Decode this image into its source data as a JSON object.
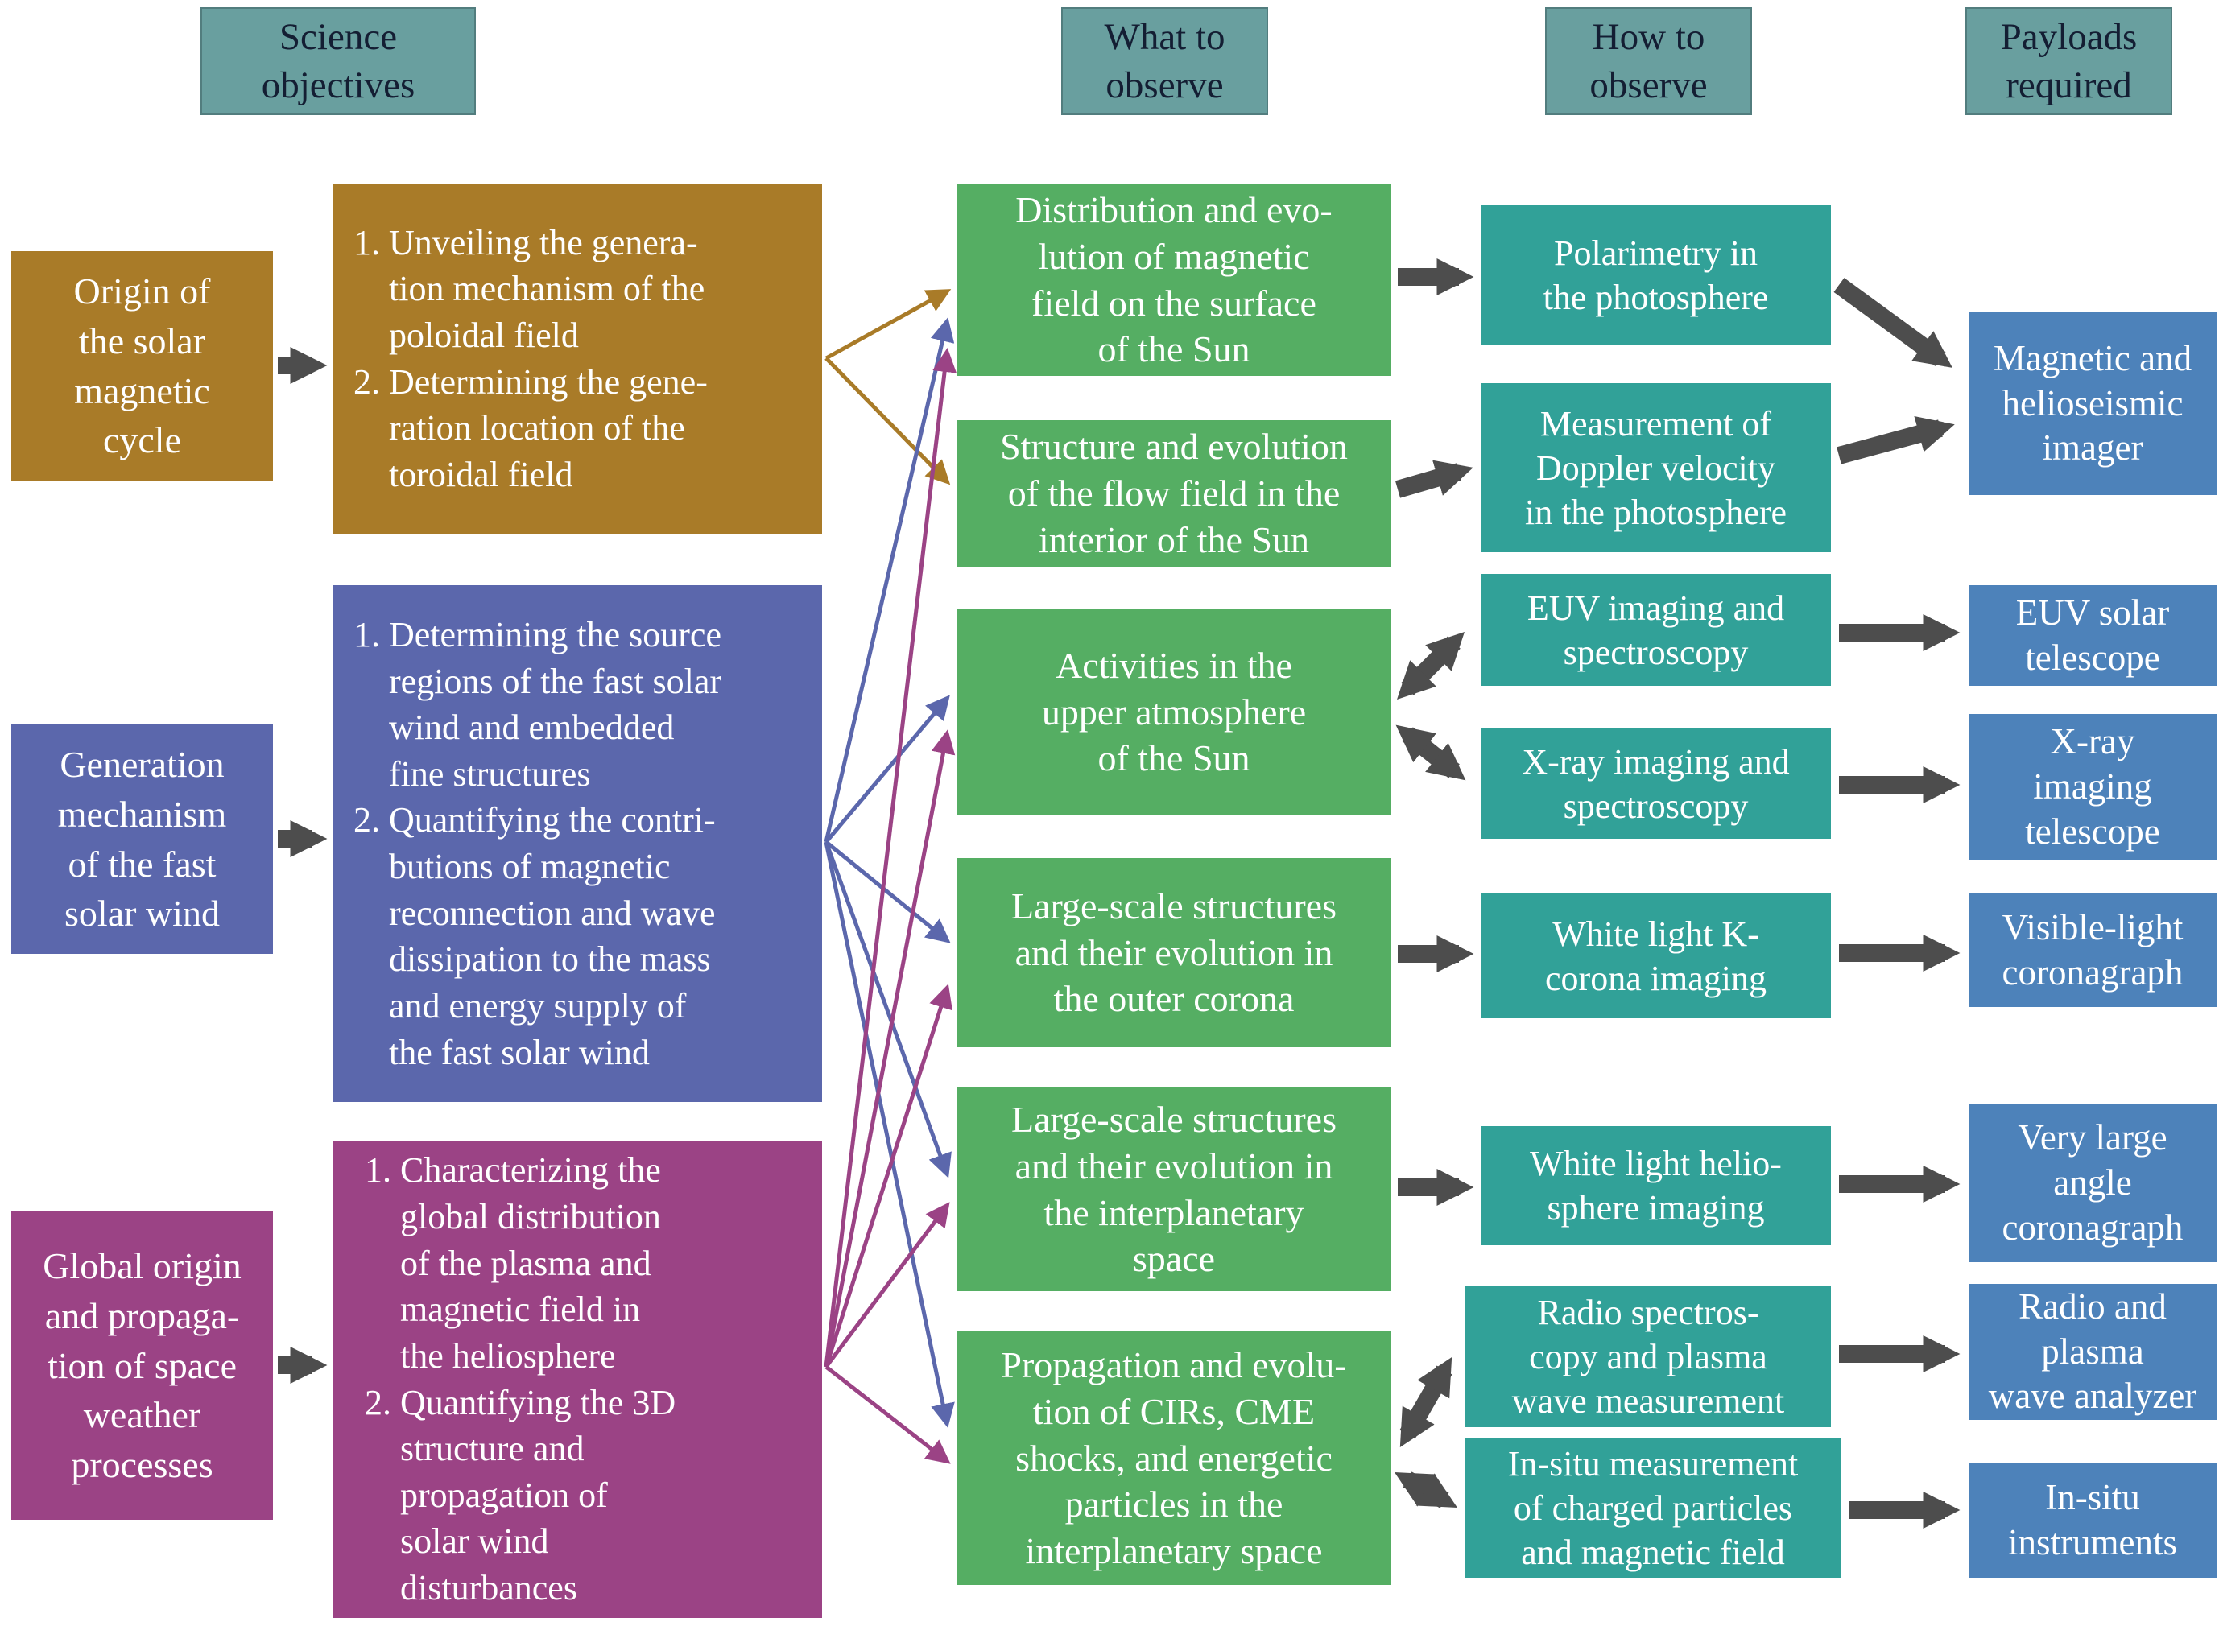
{
  "headers": {
    "science_objectives": "Science\nobjectives",
    "what_to_observe": "What to\nobserve",
    "how_to_observe": "How to\nobserve",
    "payloads_required": "Payloads\nrequired"
  },
  "science_objectives": [
    {
      "topic": "Origin of\nthe solar\nmagnetic\ncycle",
      "objectives": "1. Unveiling the genera-\n    tion mechanism of the\n    poloidal field\n2. Determining the gene-\n    ration location of the\n    toroidal field"
    },
    {
      "topic": "Generation\nmechanism\nof the fast\nsolar wind",
      "objectives": "1. Determining the source\n    regions of the fast solar\n    wind and embedded\n    fine structures\n2. Quantifying the contri-\n    butions of magnetic\n    reconnection and wave\n    dissipation to the mass\n    and energy supply of\n    the fast solar wind"
    },
    {
      "topic": "Global origin\nand propaga-\ntion of space\nweather\nprocesses",
      "objectives": "1. Characterizing the\n    global distribution\n    of the plasma and\n    magnetic field in\n    the heliosphere\n2. Quantifying the 3D\n    structure and\n    propagation of\n    solar wind\n    disturbances"
    }
  ],
  "what_to_observe": [
    {
      "label": "Distribution and evo-\nlution of magnetic\nfield on the surface\nof the Sun"
    },
    {
      "label": "Structure and evolution\nof the flow field in the\ninterior of the Sun"
    },
    {
      "label": "Activities in the\nupper atmosphere\nof the Sun"
    },
    {
      "label": "Large-scale structures\nand their evolution in\nthe outer corona"
    },
    {
      "label": "Large-scale structures\nand their evolution in\nthe interplanetary\nspace"
    },
    {
      "label": "Propagation and evolu-\ntion of CIRs, CME\nshocks, and energetic\nparticles in the\ninterplanetary space"
    }
  ],
  "how_to_observe": [
    {
      "label": "Polarimetry in\nthe photosphere"
    },
    {
      "label": "Measurement of\nDoppler velocity\nin the photosphere"
    },
    {
      "label": "EUV imaging and\nspectroscopy"
    },
    {
      "label": "X-ray imaging and\nspectroscopy"
    },
    {
      "label": "White light K-\ncorona imaging"
    },
    {
      "label": "White light helio-\nsphere imaging"
    },
    {
      "label": "Radio spectros-\ncopy and plasma\nwave measurement"
    },
    {
      "label": "In-situ measurement\nof charged particles\nand magnetic field"
    }
  ],
  "payloads": [
    {
      "label": "Magnetic and\nhelioseismic\nimager"
    },
    {
      "label": "EUV solar\ntelescope"
    },
    {
      "label": "X-ray\nimaging\ntelescope"
    },
    {
      "label": "Visible-light\ncoronagraph"
    },
    {
      "label": "Very large\nangle\ncoronagraph"
    },
    {
      "label": "Radio and\nplasma\nwave analyzer"
    },
    {
      "label": "In-situ\ninstruments"
    }
  ],
  "links": {
    "objective_to_observation": [
      [
        0,
        0
      ],
      [
        0,
        1
      ],
      [
        1,
        0
      ],
      [
        1,
        2
      ],
      [
        1,
        3
      ],
      [
        1,
        4
      ],
      [
        1,
        5
      ],
      [
        2,
        0
      ],
      [
        2,
        2
      ],
      [
        2,
        3
      ],
      [
        2,
        4
      ],
      [
        2,
        5
      ]
    ],
    "observation_to_method": [
      [
        0,
        0
      ],
      [
        1,
        1
      ],
      [
        2,
        2
      ],
      [
        2,
        3
      ],
      [
        3,
        4
      ],
      [
        4,
        5
      ],
      [
        5,
        6
      ],
      [
        5,
        7
      ]
    ],
    "method_to_payload": [
      [
        0,
        0
      ],
      [
        1,
        0
      ],
      [
        2,
        1
      ],
      [
        3,
        2
      ],
      [
        4,
        3
      ],
      [
        5,
        4
      ],
      [
        6,
        5
      ],
      [
        7,
        6
      ]
    ]
  },
  "colors": {
    "header_bg": "#699f9f",
    "brown": "#a97b28",
    "slate_blue": "#5b67ac",
    "magenta": "#9b4385",
    "green": "#55ae63",
    "teal": "#31a198",
    "payload_blue": "#4d82ba",
    "arrow_gray": "#4d4d4d"
  }
}
